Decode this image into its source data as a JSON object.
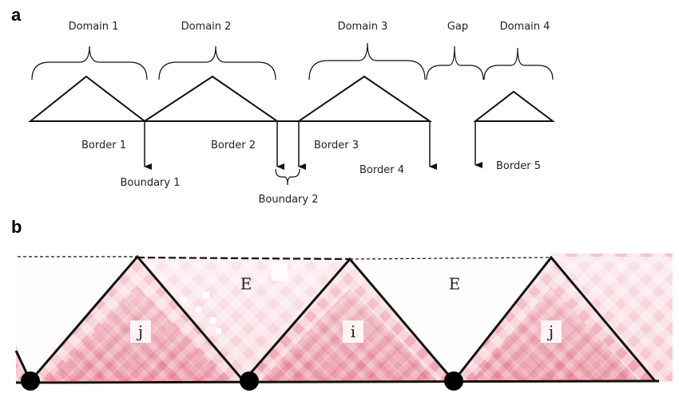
{
  "panel_a": {
    "letter": "a",
    "domain_labels": [
      "Domain 1",
      "Domain 2",
      "Domain 3",
      "Gap",
      "Domain 4"
    ],
    "border_labels": [
      "Border 1",
      "Border 2",
      "Border 3",
      "Border 4",
      "Border 5"
    ],
    "boundary_labels": [
      "Boundary 1",
      "Boundary 2"
    ]
  },
  "panel_b": {
    "letter": "b",
    "triangle_labels": [
      "j",
      "i",
      "j"
    ],
    "gap_labels": [
      "E",
      "E"
    ]
  },
  "colors": {
    "line": "#111111",
    "heat_dark": "#d9697c",
    "heat_light": "#fbe6ea"
  }
}
